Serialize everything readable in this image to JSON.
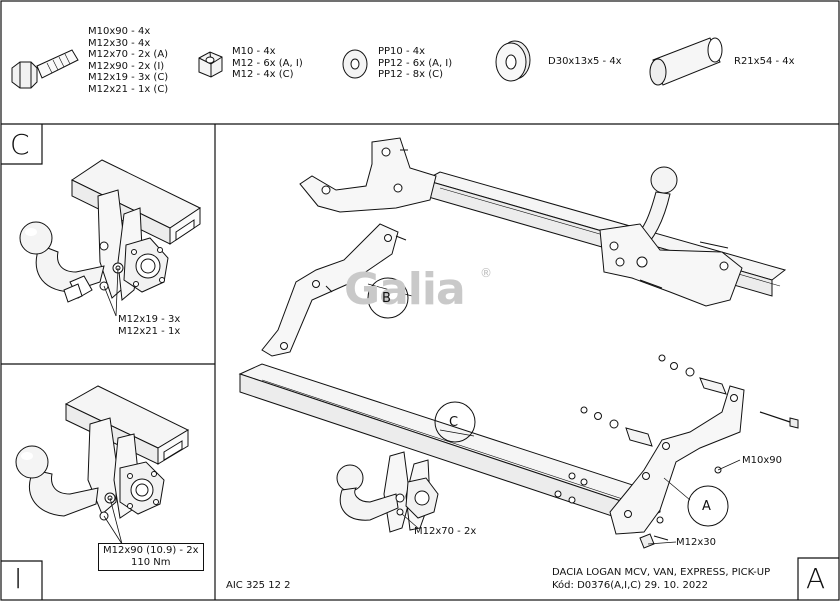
{
  "parts": {
    "bolts": [
      "M10x90 - 4x",
      "M12x30 - 4x",
      "M12x70 - 2x (A)",
      "M12x90 - 2x (I)",
      "M12x19 - 3x (C)",
      "M12x21 - 1x (C)"
    ],
    "nuts": [
      "M10 - 4x",
      "M12 - 6x (A, I)",
      "M12 - 4x (C)"
    ],
    "washers": [
      "PP10 - 4x",
      "PP12 - 6x (A, I)",
      "PP12 - 8x (C)"
    ],
    "spacer": "D30x13x5 - 4x",
    "tube": "R21x54 - 4x"
  },
  "panel_c": {
    "letter": "C",
    "labels": [
      "M12x19 - 3x",
      "M12x21 - 1x"
    ]
  },
  "panel_i": {
    "letter": "I",
    "torque": [
      "M12x90 (10.9) - 2x",
      "110 Nm"
    ]
  },
  "main": {
    "letter": "A",
    "callouts": {
      "b": "B",
      "c": "C",
      "a": "A"
    },
    "labels": {
      "m10x90": "M10x90",
      "m12x30": "M12x30",
      "m12x70": "M12x70 - 2x"
    },
    "watermark": "Galia",
    "registered": "®",
    "code": "AIC 325 12 2",
    "title_line1": "DACIA LOGAN MCV, VAN, EXPRESS, PICK-UP",
    "title_line2": "Kód: D0376(A,I,C)  29. 10. 2022"
  }
}
